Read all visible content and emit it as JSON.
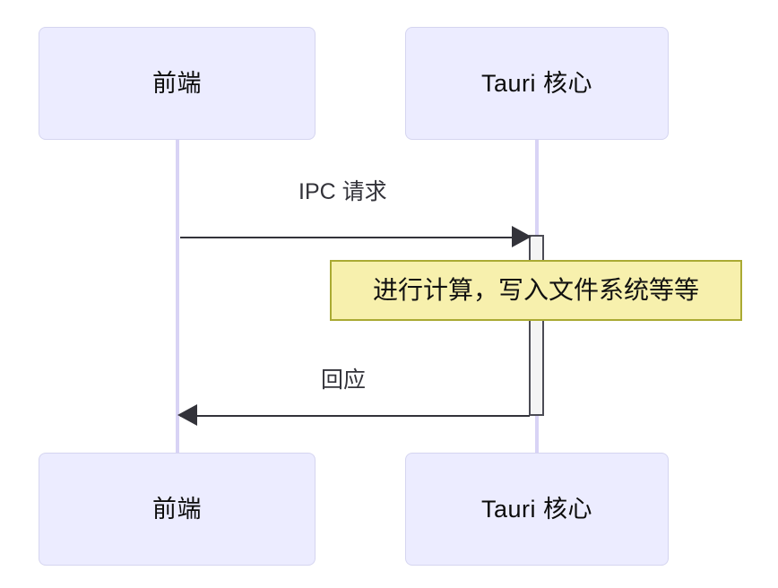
{
  "diagram": {
    "type": "sequence-diagram",
    "colors": {
      "actor_fill": "#ececff",
      "actor_border": "#d5d5f0",
      "lifeline": "#d8d3f5",
      "message_line": "#33333a",
      "activation_fill": "#f4f4f4",
      "activation_border": "#4c4c55",
      "note_fill": "#f7f0ad",
      "note_border": "#aaaa33",
      "text": "#0b0b0b",
      "background": "#ffffff"
    },
    "participants": [
      {
        "id": "frontend",
        "label": "前端"
      },
      {
        "id": "tauri-core",
        "label": "Tauri 核心"
      }
    ],
    "actor_boxes": {
      "frontend_top": "前端",
      "tauri_top": "Tauri 核心",
      "frontend_bottom": "前端",
      "tauri_bottom": "Tauri 核心"
    },
    "messages": [
      {
        "id": "ipc-request",
        "label": "IPC 请求",
        "from": "frontend",
        "to": "tauri-core",
        "direction": "right",
        "style": "solid-arrow"
      },
      {
        "id": "response",
        "label": "回应",
        "from": "tauri-core",
        "to": "frontend",
        "direction": "left",
        "style": "solid-arrow"
      }
    ],
    "notes": [
      {
        "id": "tauri-work-note",
        "over": "tauri-core",
        "text": "进行计算，写入文件系统等等"
      }
    ],
    "activations": [
      {
        "id": "tauri-activation",
        "on": "tauri-core"
      }
    ]
  }
}
